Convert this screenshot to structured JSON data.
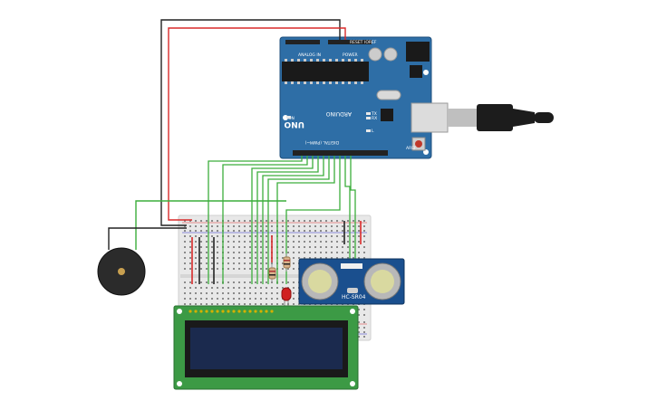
{
  "board": {
    "model_label": "UNO",
    "brand_label": "ARDUINO",
    "digital_label": "DIGITAL (PWM~)",
    "analog_label": "ANALOG IN",
    "power_label": "POWER",
    "tx_label": "TX",
    "rx_label": "RX",
    "l_label": "L",
    "on_label": "ON",
    "ioref_label": "IOREF",
    "aref_label": "AREF",
    "reset_label": "RESET"
  },
  "sensor": {
    "label": "HC-SR04"
  },
  "colors": {
    "board": "#2e6ea6",
    "breadboard": "#e6e6e6",
    "lcd_pcb": "#3c9a45",
    "lcd_screen": "#1b2a4e",
    "wire_green": "#3cae3c",
    "wire_red": "#d82a2a",
    "wire_black": "#222222",
    "sensor_board": "#1a4f8e",
    "buzzer": "#2b2b2b",
    "led": "#d02020"
  }
}
